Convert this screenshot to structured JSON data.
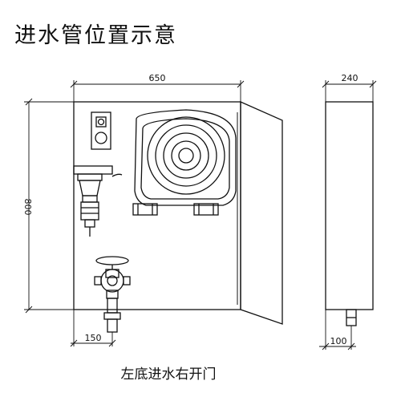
{
  "title": "进水管位置示意",
  "caption": "左底进水右开门",
  "dimensions": {
    "front_width": "650",
    "front_height": "800",
    "inlet_offset": "150",
    "side_depth": "240",
    "side_inlet_offset": "100"
  }
}
